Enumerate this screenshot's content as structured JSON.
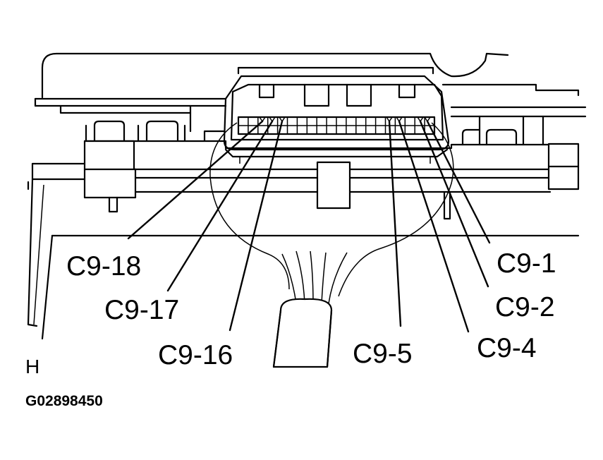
{
  "diagram": {
    "pin_labels": {
      "c9_1": "C9-1",
      "c9_2": "C9-2",
      "c9_4": "C9-4",
      "c9_5": "C9-5",
      "c9_16": "C9-16",
      "c9_17": "C9-17",
      "c9_18": "C9-18"
    },
    "corner_letter": "H",
    "figure_id": "G02898450"
  }
}
